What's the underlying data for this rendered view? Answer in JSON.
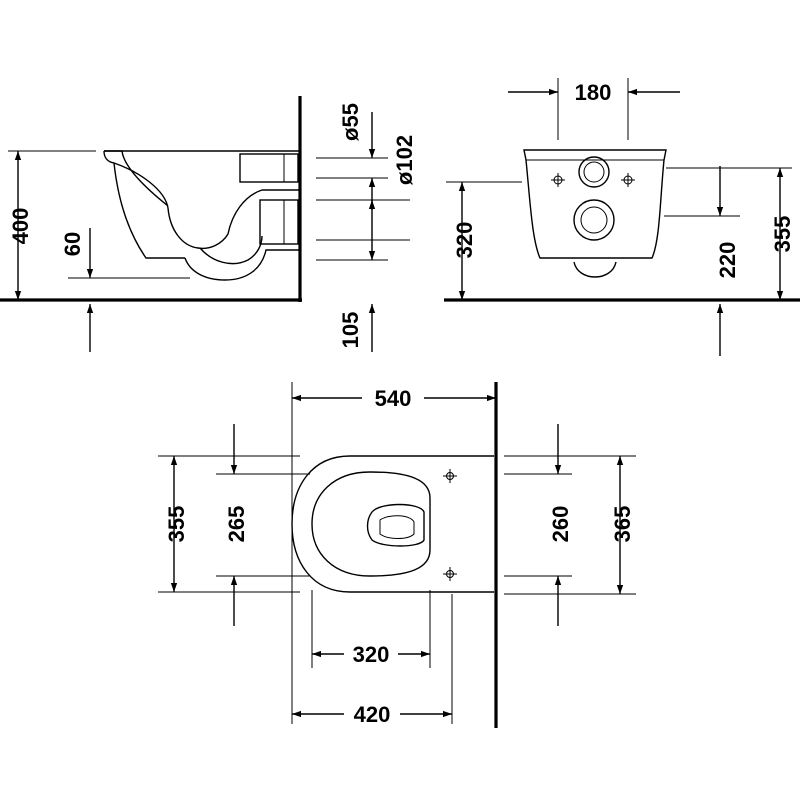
{
  "side_view": {
    "height": "400",
    "outlet_height": "60",
    "floor_clearance": "105",
    "inlet_diameter": "ø55",
    "outlet_diameter": "ø102"
  },
  "rear_view": {
    "bolt_spacing": "180",
    "inlet_height": "320",
    "outlet_height": "220",
    "top_height": "355"
  },
  "top_view": {
    "depth": "540",
    "width_outer": "355",
    "width_inner": "265",
    "bolt_axis": "260",
    "width_rear": "365",
    "seat_length": "320",
    "bowl_length": "420"
  }
}
